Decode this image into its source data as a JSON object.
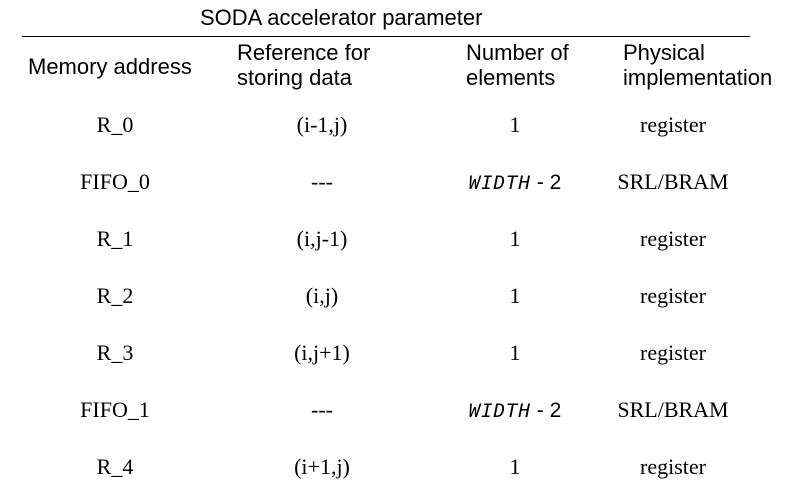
{
  "table": {
    "title": "SODA accelerator parameter",
    "headers": {
      "memory_address": "Memory address",
      "reference_line1": "Reference for",
      "reference_line2": "storing data",
      "number_line1": "Number of",
      "number_line2": "elements",
      "physical_line1": "Physical",
      "physical_line2": "implementation"
    },
    "rows": [
      {
        "memory_address": "R_0",
        "reference": "(i-1,j)",
        "number": "1",
        "number_expr": null,
        "physical": "register"
      },
      {
        "memory_address": "FIFO_0",
        "reference": "---",
        "number": null,
        "number_expr": {
          "var": "WIDTH",
          "op": " - 2"
        },
        "physical": "SRL/BRAM"
      },
      {
        "memory_address": "R_1",
        "reference": "(i,j-1)",
        "number": "1",
        "number_expr": null,
        "physical": "register"
      },
      {
        "memory_address": "R_2",
        "reference": "(i,j)",
        "number": "1",
        "number_expr": null,
        "physical": "register"
      },
      {
        "memory_address": "R_3",
        "reference": "(i,j+1)",
        "number": "1",
        "number_expr": null,
        "physical": "register"
      },
      {
        "memory_address": "FIFO_1",
        "reference": "---",
        "number": null,
        "number_expr": {
          "var": "WIDTH",
          "op": " - 2"
        },
        "physical": "SRL/BRAM"
      },
      {
        "memory_address": "R_4",
        "reference": "(i+1,j)",
        "number": "1",
        "number_expr": null,
        "physical": "register"
      }
    ]
  }
}
